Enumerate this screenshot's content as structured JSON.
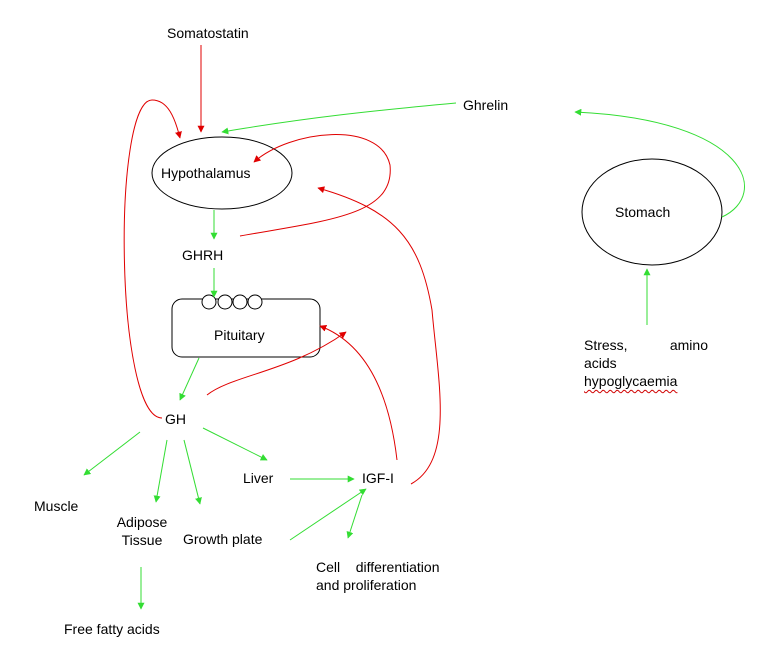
{
  "colors": {
    "stimulate": "#33dd33",
    "inhibit": "#e00000",
    "node_stroke": "#000000",
    "spellcheck": "#d00000"
  },
  "labels": {
    "somatostatin": "Somatostatin",
    "hypothalamus": "Hypothalamus",
    "ghrelin": "Ghrelin",
    "stomach": "Stomach",
    "ghrh": "GHRH",
    "pituitary": "Pituitary",
    "gh": "GH",
    "liver": "Liver",
    "igf": "IGF-I",
    "muscle": "Muscle",
    "adipose_line1": "Adipose",
    "adipose_line2": "Tissue",
    "growth_plate": "Growth plate",
    "cell_diff_word1": "Cell",
    "cell_diff_word2": "differentiation",
    "cell_diff_line2": "and proliferation",
    "stress_word1": "Stress,",
    "stress_word2": "amino",
    "stress_line2": "acids",
    "stress_line3": "hypoglycaemia",
    "ffa": "Free fatty acids"
  }
}
